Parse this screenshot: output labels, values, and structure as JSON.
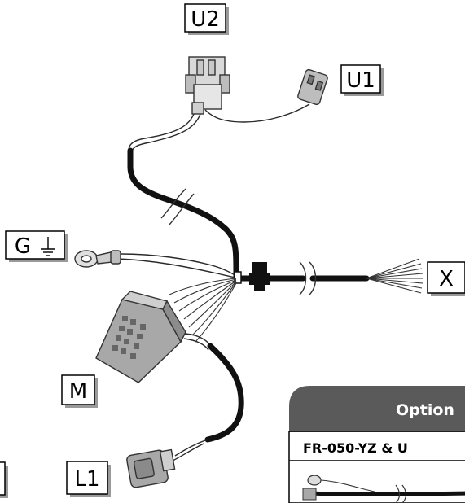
{
  "labels": {
    "u2": "U2",
    "u1": "U1",
    "g": "G",
    "x": "X",
    "m": "M",
    "l1": "L1"
  },
  "panel": {
    "title": "Option",
    "subtitle": "FR-050-YZ & U"
  },
  "colors": {
    "panel_header": "#5a5a5a",
    "wire": "#111111",
    "connector": "#a8a8a8"
  }
}
